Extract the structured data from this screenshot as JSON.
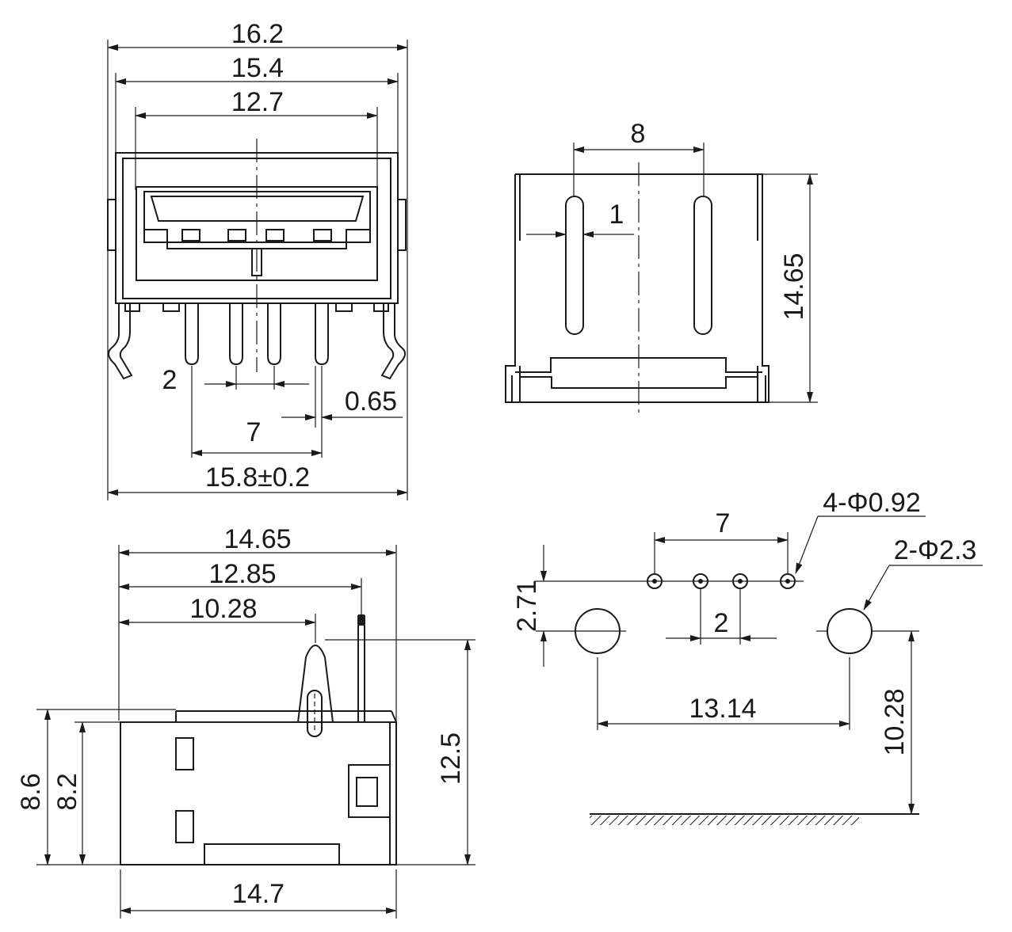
{
  "front_view": {
    "dim_overall_width": "16.2",
    "dim_shell_width": "15.4",
    "dim_opening_width": "12.7",
    "dim_pin_pitch": "2",
    "dim_pin_width": "0.65",
    "dim_outer_pin_span": "7",
    "dim_tab_span": "15.8±0.2"
  },
  "top_view": {
    "dim_slot_spacing": "8",
    "dim_slot_width": "1",
    "dim_depth": "14.65"
  },
  "side_view": {
    "dim_length": "14.65",
    "dim_pin_pos": "12.85",
    "dim_tab_pos": "10.28",
    "dim_height_outer": "8.6",
    "dim_height_inner": "8.2",
    "dim_total_height": "12.5",
    "dim_body_length": "14.7"
  },
  "footprint": {
    "dim_outer_pin_span": "7",
    "label_pin_holes": "4-Φ0.92",
    "label_mount_holes": "2-Φ2.3",
    "dim_row_offset": "2.71",
    "dim_pin_pitch": "2",
    "dim_mount_span": "13.14",
    "dim_edge_distance": "10.28"
  }
}
